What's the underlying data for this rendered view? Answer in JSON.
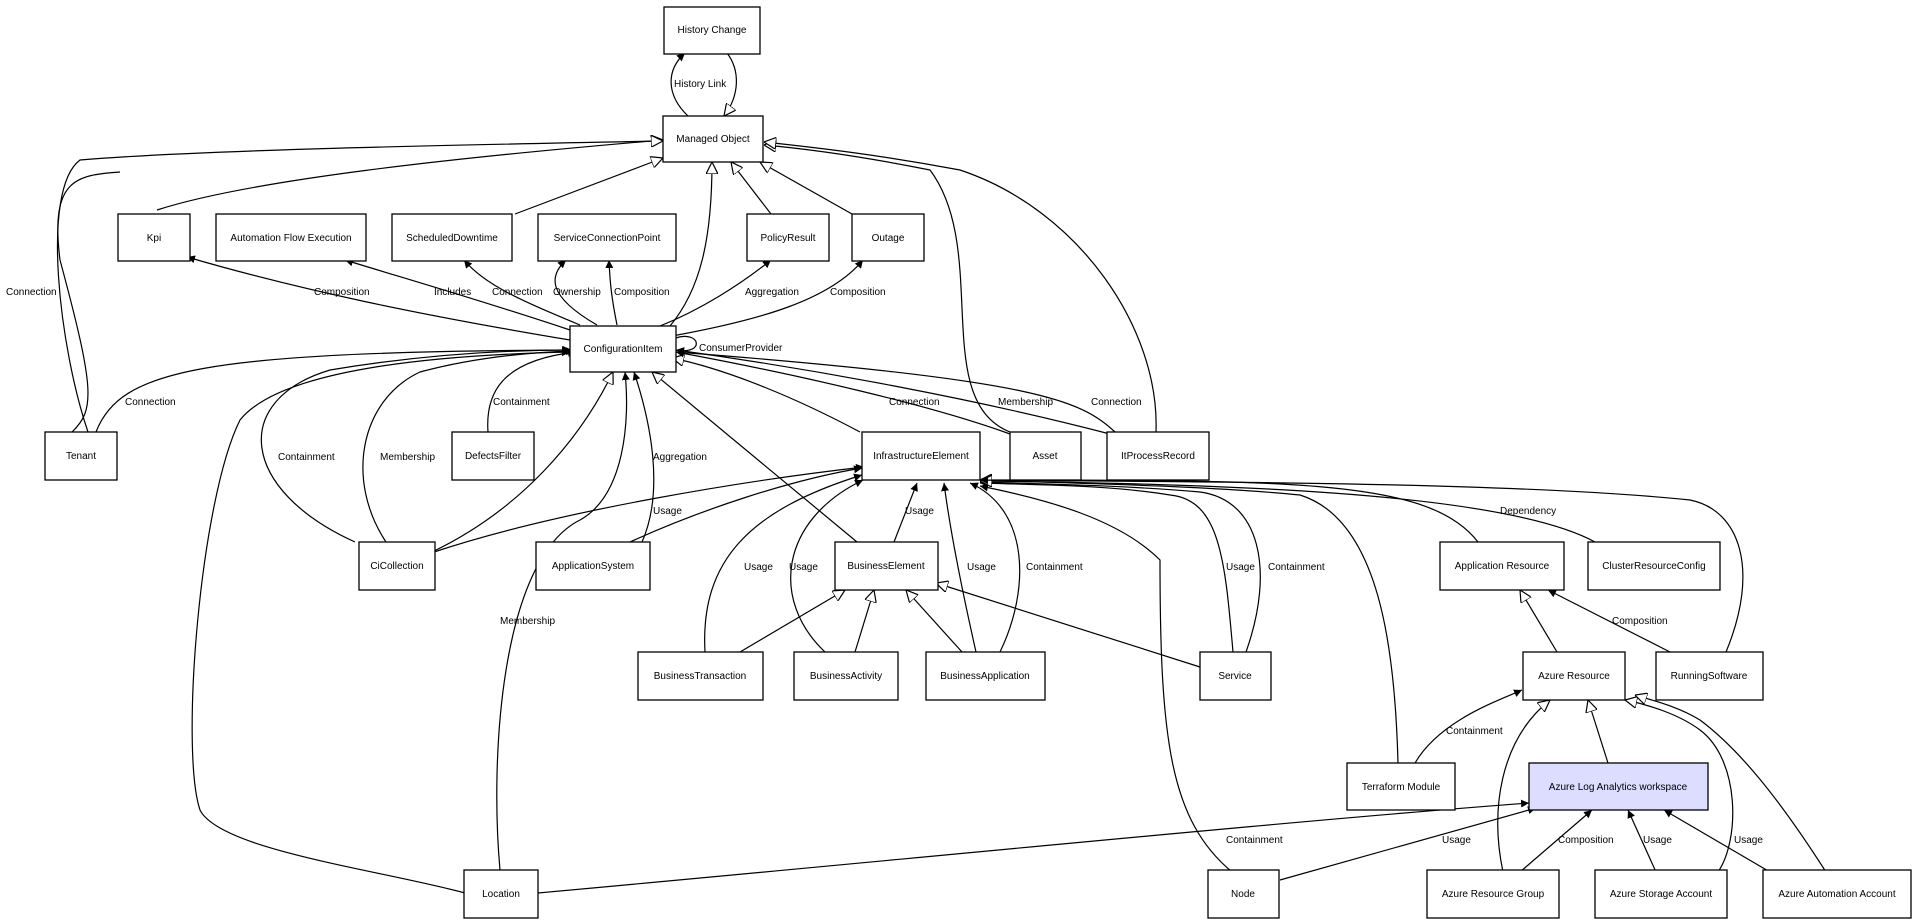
{
  "nodes": {
    "history_change": "History Change",
    "managed_object": "Managed Object",
    "kpi": "Kpi",
    "automation_flow_execution": "Automation Flow Execution",
    "scheduled_downtime": "ScheduledDowntime",
    "service_connection_point": "ServiceConnectionPoint",
    "policy_result": "PolicyResult",
    "outage": "Outage",
    "configuration_item": "ConfigurationItem",
    "tenant": "Tenant",
    "defects_filter": "DefectsFilter",
    "infrastructure_element": "InfrastructureElement",
    "asset": "Asset",
    "it_process_record": "ItProcessRecord",
    "ci_collection": "CiCollection",
    "application_system": "ApplicationSystem",
    "business_element": "BusinessElement",
    "application_resource": "Application Resource",
    "cluster_resource_config": "ClusterResourceConfig",
    "business_transaction": "BusinessTransaction",
    "business_activity": "BusinessActivity",
    "business_application": "BusinessApplication",
    "service": "Service",
    "azure_resource": "Azure Resource",
    "running_software": "RunningSoftware",
    "terraform_module": "Terraform Module",
    "azure_log_analytics_workspace": "Azure Log Analytics workspace",
    "location": "Location",
    "node": "Node",
    "azure_resource_group": "Azure Resource Group",
    "azure_storage_account": "Azure Storage Account",
    "azure_automation_account": "Azure Automation Account"
  },
  "edge_labels": {
    "history_link": "History Link",
    "connection": "Connection",
    "composition": "Composition",
    "includes": "Includes",
    "ownership": "Ownership",
    "aggregation": "Aggregation",
    "consumer_provider": "ConsumerProvider",
    "containment": "Containment",
    "membership": "Membership",
    "usage": "Usage",
    "dependency": "Dependency"
  },
  "colors": {
    "highlight_fill": "#ddddff",
    "line": "#000000"
  }
}
